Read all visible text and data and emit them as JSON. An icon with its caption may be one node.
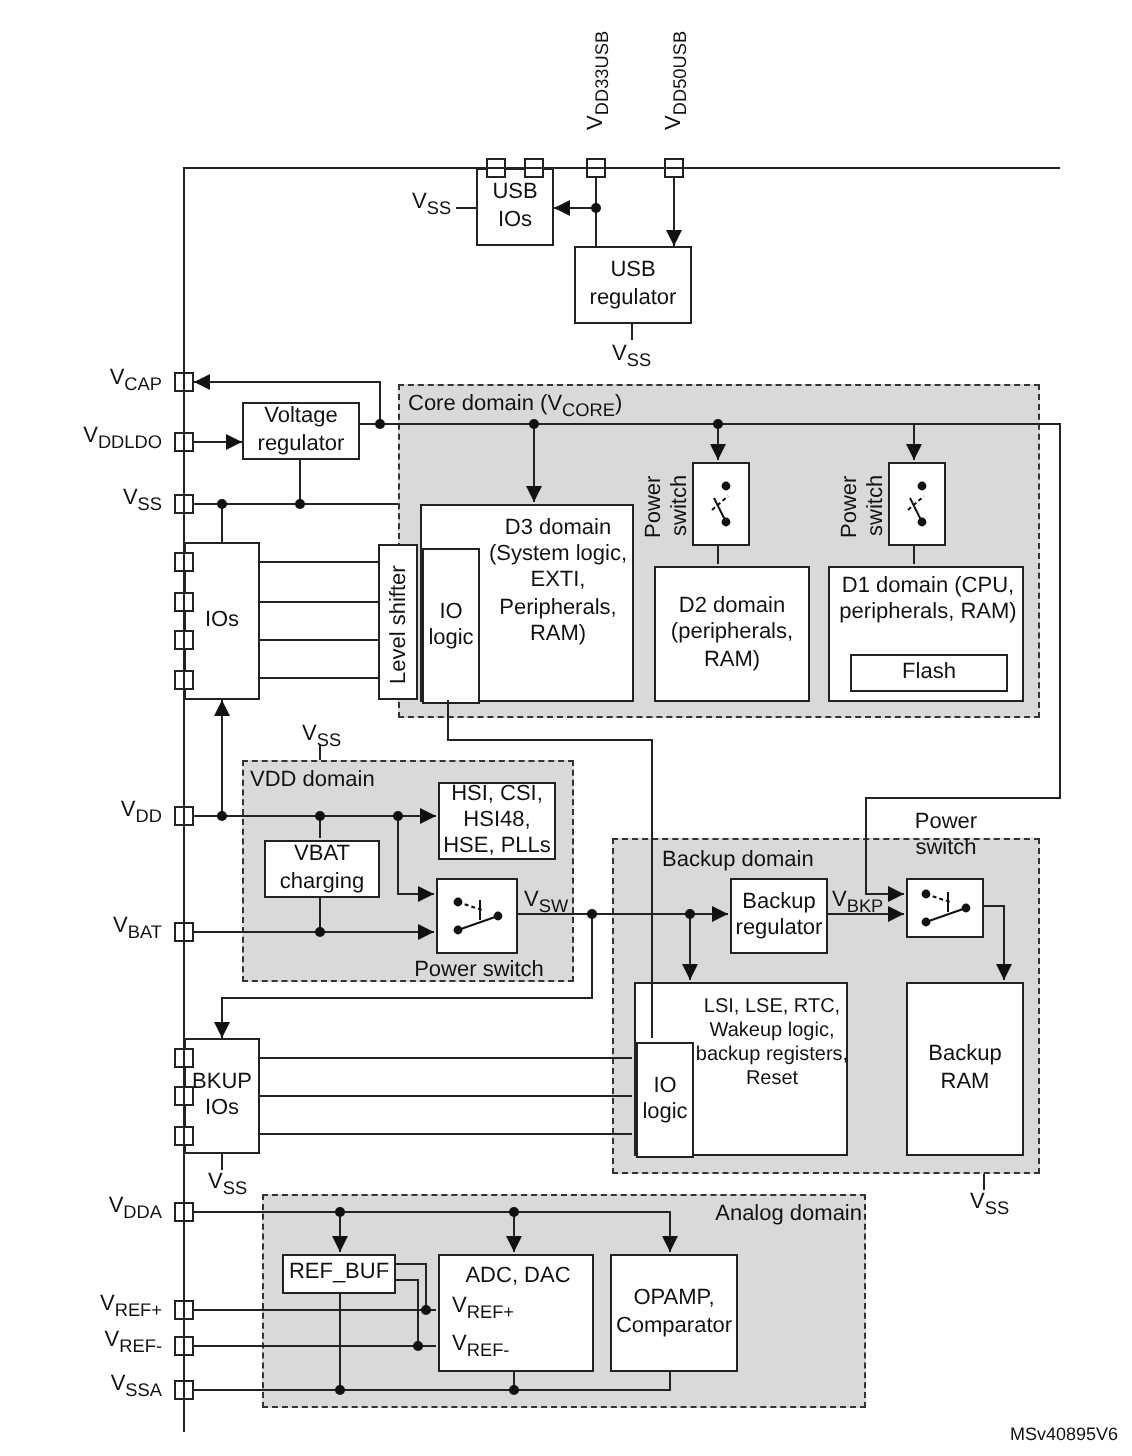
{
  "diagram": {
    "nodes": [
      {
        "text": [],
        "shape": "box",
        "beside": [
          "V$_{DD33USB}$"
        ]
      },
      {
        "text": [],
        "shape": "box",
        "beside": [
          "V$_{DD50USB}$"
        ]
      },
      {
        "text": [
          "USB IOs"
        ],
        "beside": [
          "V$_{SS}$"
        ]
      },
      {
        "text": [
          "USB regulator"
        ],
        "beside": [
          "V$_{SS}$"
        ]
      },
      {
        "text": [],
        "shape": "box",
        "beside": [
          "V$_{CAP}$"
        ]
      },
      {
        "text": [],
        "shape": "box",
        "beside": [
          "V$_{DDLDO}$"
        ]
      },
      {
        "text": [
          "Voltage regulator"
        ]
      },
      {
        "text": [],
        "shape": "box",
        "beside": [
          "V$_{SS}$"
        ]
      },
      {
        "text": [
          "Core domain (V$_{CORE}$)"
        ]
      },
      {
        "text": [
          "D3 domain (System logic, EXTI, Peripherals, RAM)"
        ],
        "in": 8
      },
      {
        "text": [
          "Level shifter"
        ]
      },
      {
        "text": [
          "IO logic"
        ],
        "in": 9
      },
      {
        "text": [
          "Power switch"
        ],
        "in": 8
      },
      {
        "text": [
          "D2 domain (peripherals, RAM)"
        ],
        "in": 8
      },
      {
        "text": [
          "Power switch"
        ],
        "in": 8
      },
      {
        "text": [
          "D1 domain (CPU, peripherals, RAM)"
        ],
        "in": 8
      },
      {
        "text": [
          "Flash"
        ],
        "in": 15
      },
      {
        "text": [
          "IOs"
        ]
      },
      {
        "text": [],
        "shape": "box",
        "beside": [
          "V$_{DD}$"
        ]
      },
      {
        "text": [
          "VDD domain"
        ],
        "beside": [
          "V$_{SS}$"
        ]
      },
      {
        "text": [
          "HSI, CSI, HSI48, HSE, PLLs"
        ],
        "in": 19
      },
      {
        "text": [
          "VBAT charging"
        ],
        "in": 19
      },
      {
        "text": [
          "Power switch"
        ],
        "in": 19
      },
      {
        "text": [],
        "shape": "box",
        "beside": [
          "V$_{BAT}$"
        ]
      },
      {
        "text": [
          "Backup domain"
        ],
        "beside": [
          "V$_{SS}$"
        ]
      },
      {
        "text": [
          "Power switch"
        ],
        "in": 24
      },
      {
        "text": [
          "Backup regulator"
        ],
        "in": 24
      },
      {
        "text": [
          "LSI, LSE, RTC, Wakeup logic, backup registers, Reset"
        ],
        "in": 24
      },
      {
        "text": [
          "IO logic"
        ],
        "in": 27
      },
      {
        "text": [
          "Backup RAM"
        ],
        "in": 24
      },
      {
        "text": [
          "BKUP IOs"
        ],
        "beside": [
          "V$_{SS}$"
        ]
      },
      {
        "text": [],
        "shape": "box",
        "beside": [
          "V$_{DDA}$"
        ]
      },
      {
        "text": [
          "Analog domain"
        ]
      },
      {
        "text": [
          "REF_BUF"
        ],
        "in": 32
      },
      {
        "text": [
          "ADC, DAC",
          "V$_{REF+}$",
          "V$_{REF-}$"
        ],
        "in": 32
      },
      {
        "text": [
          "OPAMP, Comparator"
        ],
        "in": 32
      },
      {
        "text": [],
        "shape": "box",
        "beside": [
          "V$_{REF+}$"
        ]
      },
      {
        "text": [],
        "shape": "box",
        "beside": [
          "V$_{REF-}$"
        ]
      },
      {
        "text": [],
        "shape": "box",
        "beside": [
          "V$_{SSA}$"
        ]
      }
    ],
    "edges": [
      {
        "from": 0,
        "to": 2,
        "arrow": "to"
      },
      {
        "from": 0,
        "to": 3,
        "arrow": "none"
      },
      {
        "from": 1,
        "to": 3,
        "arrow": "to"
      },
      {
        "from": 6,
        "to": 4,
        "arrow": "to"
      },
      {
        "from": 5,
        "to": 6,
        "arrow": "to"
      },
      {
        "from": 6,
        "to": 9,
        "arrow": "to"
      },
      {
        "from": 6,
        "to": 12,
        "arrow": "to"
      },
      {
        "from": 6,
        "to": 14,
        "arrow": "to"
      },
      {
        "from": 12,
        "to": 13,
        "arrow": "none"
      },
      {
        "from": 14,
        "to": 15,
        "arrow": "none"
      },
      {
        "from": 6,
        "to": 25,
        "arrow": "to"
      },
      {
        "from": 7,
        "to": 17,
        "arrow": "none"
      },
      {
        "from": 7,
        "to": 6,
        "arrow": "none"
      },
      {
        "from": 7,
        "to": 8,
        "arrow": "none"
      },
      {
        "from": 17,
        "to": 10,
        "arrow": "none"
      },
      {
        "from": 17,
        "to": 10,
        "arrow": "none"
      },
      {
        "from": 17,
        "to": 10,
        "arrow": "none"
      },
      {
        "from": 17,
        "to": 10,
        "arrow": "none"
      },
      {
        "from": 18,
        "to": 17,
        "arrow": "to"
      },
      {
        "from": 18,
        "to": 20,
        "arrow": "to"
      },
      {
        "from": 18,
        "to": 22,
        "arrow": "to"
      },
      {
        "from": 18,
        "to": 21,
        "arrow": "none"
      },
      {
        "from": 23,
        "to": 22,
        "arrow": "to"
      },
      {
        "from": 21,
        "to": 23,
        "arrow": "none"
      },
      {
        "from": 22,
        "to": 26,
        "arrow": "to",
        "label": "V$_{SW}$"
      },
      {
        "from": 22,
        "to": 27,
        "arrow": "to"
      },
      {
        "from": 22,
        "to": 30,
        "arrow": "to"
      },
      {
        "from": 26,
        "to": 25,
        "arrow": "to",
        "label": "V$_{BKP}$"
      },
      {
        "from": 25,
        "to": 29,
        "arrow": "to"
      },
      {
        "from": 11,
        "to": 28,
        "arrow": "none"
      },
      {
        "from": 30,
        "to": 28,
        "arrow": "none"
      },
      {
        "from": 30,
        "to": 28,
        "arrow": "none"
      },
      {
        "from": 30,
        "to": 28,
        "arrow": "none"
      },
      {
        "from": 31,
        "to": 33,
        "arrow": "to"
      },
      {
        "from": 31,
        "to": 34,
        "arrow": "to"
      },
      {
        "from": 31,
        "to": 35,
        "arrow": "to"
      },
      {
        "from": 33,
        "to": 36,
        "arrow": "none"
      },
      {
        "from": 33,
        "to": 37,
        "arrow": "none"
      },
      {
        "from": 36,
        "to": 34,
        "arrow": "none"
      },
      {
        "from": 37,
        "to": 34,
        "arrow": "none"
      },
      {
        "from": 38,
        "to": 33,
        "arrow": "none"
      },
      {
        "from": 38,
        "to": 34,
        "arrow": "none"
      },
      {
        "from": 38,
        "to": 35,
        "arrow": "none"
      }
    ],
    "labels": [
      "MSv40895V6"
    ]
  }
}
